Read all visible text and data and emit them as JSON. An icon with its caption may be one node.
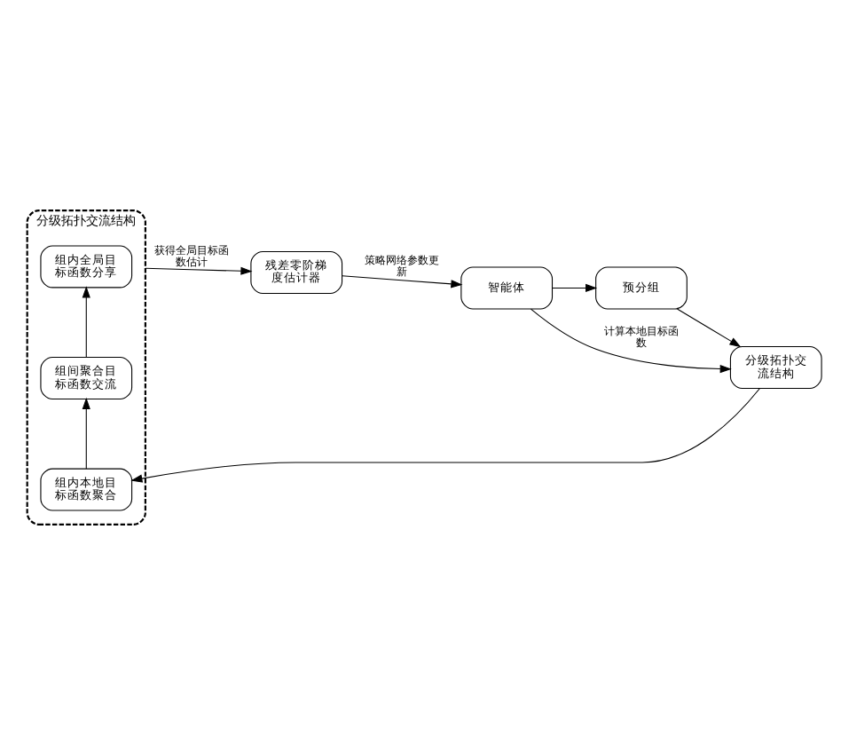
{
  "diagram": {
    "nodes": [
      {
        "text": [
          "分级拓扑交流结构"
        ]
      },
      {
        "text": [
          "组内本地目标函数聚合"
        ],
        "in": 0
      },
      {
        "text": [
          "组间聚合目标函数交流"
        ],
        "in": 0
      },
      {
        "text": [
          "组内全局目标函数分享"
        ],
        "in": 0
      },
      {
        "text": [
          "预分组"
        ]
      },
      {
        "text": [
          "分级拓扑交流结构"
        ]
      },
      {
        "text": [
          "智能体"
        ]
      },
      {
        "text": [
          "残差零阶梯度估计器"
        ]
      }
    ],
    "edges": [
      {
        "from": 6,
        "to": 4,
        "arrow": "to"
      },
      {
        "from": 4,
        "to": 5,
        "arrow": "to"
      },
      {
        "from": 5,
        "to": 1,
        "arrow": "to"
      },
      {
        "from": 1,
        "to": 2,
        "arrow": "to"
      },
      {
        "from": 2,
        "to": 3,
        "arrow": "to"
      },
      {
        "from": 6,
        "to": 5,
        "arrow": "to",
        "label": "计算本地目标函数"
      },
      {
        "from": 0,
        "to": 7,
        "arrow": "to",
        "label": "获得全局目标函数估计"
      },
      {
        "from": 7,
        "to": 6,
        "arrow": "to",
        "label": "策略网络参数更新"
      }
    ]
  }
}
